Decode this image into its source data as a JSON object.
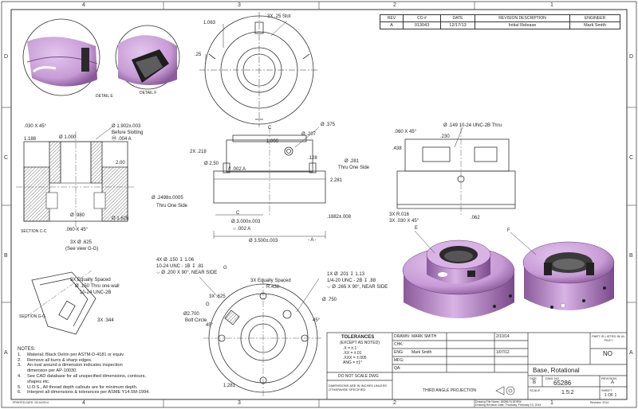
{
  "zones": {
    "top": [
      "4",
      "3",
      "2",
      "1"
    ],
    "side": [
      "D",
      "C",
      "B",
      "A"
    ]
  },
  "revision_table": {
    "headers": [
      "REV",
      "CO #",
      "DATE",
      "REVISION DESCRIPTION",
      "ENGINEER"
    ],
    "rows": [
      {
        "rev": "A",
        "co": "013043",
        "date": "12/17/13",
        "description": "Initial Release",
        "engineer": "Mark Smith"
      }
    ]
  },
  "views": {
    "detail_e": "DETAIL E",
    "detail_f": "DETAIL F",
    "section_cc": "SECTION C-C",
    "section_gg": "SECTION G-G",
    "label_e": "E",
    "label_f": "F",
    "label_c1": "C",
    "label_c2": "C",
    "label_g1": "G",
    "label_g2": "G"
  },
  "dims": {
    "top_slot": "3X  .25 Slot",
    "top_1063": "1.063",
    "top_25": ".25",
    "sec_chamfer": ".030 X 45°",
    "sec_1188": "1.188",
    "sec_1000": "Ø 1.000",
    "sec_1902": "Ø 1.902±.003",
    "sec_before": "Before Slotting",
    "sec_ref": "Ⓜ .004  A",
    "sec_200": "2.00",
    "sec_980": "Ø .980",
    "sec_1625": "Ø 1.625",
    "sec_060": ".060 X 45°",
    "sec_625": "3X  Ø .625",
    "sec_see": "(See view G-G)",
    "fr_1000": "1.000",
    "fr_375": "Ø .375",
    "fr_207": "Ø .207",
    "fr_218": "2X  .218",
    "fr_250": "Ø 2.50",
    "fr_002": "// .002  A",
    "fr_128": ".128",
    "fr_281": "Ø .281",
    "fr_thru": "Thru One Side",
    "fr_2281": "2.281",
    "fr_2498": "Ø .2498±.0005",
    "fr_thru2": "Thru One Side",
    "fr_3000": "Ø 3.000±.003",
    "fr_002b": "○ .002  A",
    "fr_3500": "Ø 3.500±.003",
    "fr_1882": ".1882±.008",
    "fr_a": "- A -",
    "sd_060": ".060 X 45°",
    "sd_149": "Ø .149  10-24 UNC-2B Thru",
    "sd_230": ".230",
    "sd_438": ".438",
    "sd_016": "3X  R.016",
    "sd_030": "3X  .030 X 45°",
    "sd_062": ".062",
    "gg_spaced": "3X  Equally Spaced",
    "gg_150": "Ø .150 Thru one wall",
    "gg_unc": "10-24 UNC-2B",
    "gg_344": "3X  .344",
    "bt_4x": "4X  Ø .150 ↧ 1.06",
    "bt_unc": "10-24 UNC - 1B ↧ .81",
    "bt_csk": "⌵ Ø .200 X 90°, NEAR SIDE",
    "bt_equal": "3X  Equally Spaced",
    "bt_438": "R.438",
    "bt_625": "3X .625",
    "bt_2700": "Ø2.700",
    "bt_bolt": "Bolt Circle",
    "bt_45a": "45°",
    "bt_1x": "1X  Ø .201 ↧ 1.13",
    "bt_unc2": "1/4-20 UNC - 2B ↧ .88",
    "bt_csk2": "⌵ Ø .265 X 90°, NEAR SIDE",
    "bt_750": "Ø .750",
    "bt_45b": "45°",
    "bt_1281": "1.281"
  },
  "notes": {
    "title": "NOTES:",
    "items": [
      {
        "n": "1.",
        "text": "Material: Black Delrin per ASTM-D-4181 or equiv."
      },
      {
        "n": "2.",
        "text": "Remove all burrs & sharp edges."
      },
      {
        "n": "3.",
        "text": "An oval around a dimension indicates                 inspection"
      },
      {
        "n": "",
        "text": "dimension per AP-10030."
      },
      {
        "n": "4.",
        "text": "See CAD database for all unspecified dimensions, contours,"
      },
      {
        "n": "",
        "text": "shapes etc."
      },
      {
        "n": "5.",
        "text": "U.O.S., All thread depth callouts are for minimum depth."
      },
      {
        "n": "6.",
        "text": "Interpret all dimensions & tolerances per ASME Y14.5M-1994."
      }
    ]
  },
  "title_block": {
    "tolerances": "TOLERANCES",
    "tol_sub": "(EXCEPT AS NOTED)",
    "tol_lines": [
      ".X  = ±.1",
      ".XX = ±.01",
      ".XXX = ±.005",
      "ANG = ±1°"
    ],
    "do_not_scale": "DO NOT SCALE DWG",
    "dims_inches": "DIMENSIONS ARE IN INCHES UNLESS OTHERWISE SPECIFIED",
    "drawn_label": "DRAWN:",
    "drawn": "MARK SMITH",
    "drawn_date": "2/10/14",
    "checked_label": "CHK:",
    "eng_label": "ENG:",
    "eng": "Mark Smith",
    "eng_date": "1/07/12",
    "mfg_label": "MFG:",
    "qa_label": "QA:",
    "projection": "THIRD ANGLE PROJECTION",
    "title": "Base, Rotational",
    "size_label": "SIZE",
    "size": "B",
    "dwg_label": "DWG NO.",
    "dwg_no": "65286",
    "rev_label": "REVISION",
    "rev": "A",
    "scale_label": "SCALE",
    "scale": "1.5:2",
    "sheet_label": "SHEET",
    "sheet": "1 OF 1",
    "ul_label": "PART IS LISTED IN UL FILE?",
    "ul": "NO",
    "created": "Drawing File Name: 65286.SLDDRW",
    "saved": "Drawing Revision Date: Thursday, February 13, 2014",
    "footer_left": "PRINTED DATE: 02/14/2014",
    "footer_right": "Revision: 2014"
  },
  "colors": {
    "part_purple": "#c79bd6",
    "part_purple_dark": "#8a5a9a",
    "hatch": "#555555",
    "line": "#333333"
  }
}
